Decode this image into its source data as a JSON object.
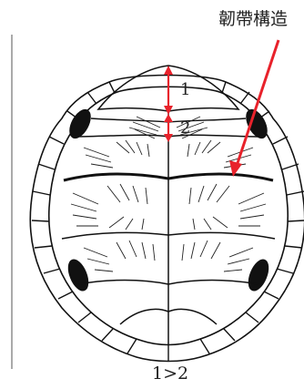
{
  "labels": {
    "title": "韌帶構造",
    "seg1": "1",
    "seg2": "2",
    "caption": "1>2"
  },
  "colors": {
    "line": "#111111",
    "arrow": "#e8222b",
    "text": "#222222",
    "scute_dark": "#111111",
    "background": "#ffffff"
  },
  "icons": {
    "pointer": "red-arrow-icon",
    "measure_1": "double-headed-arrow-icon",
    "measure_2": "double-headed-arrow-icon"
  }
}
